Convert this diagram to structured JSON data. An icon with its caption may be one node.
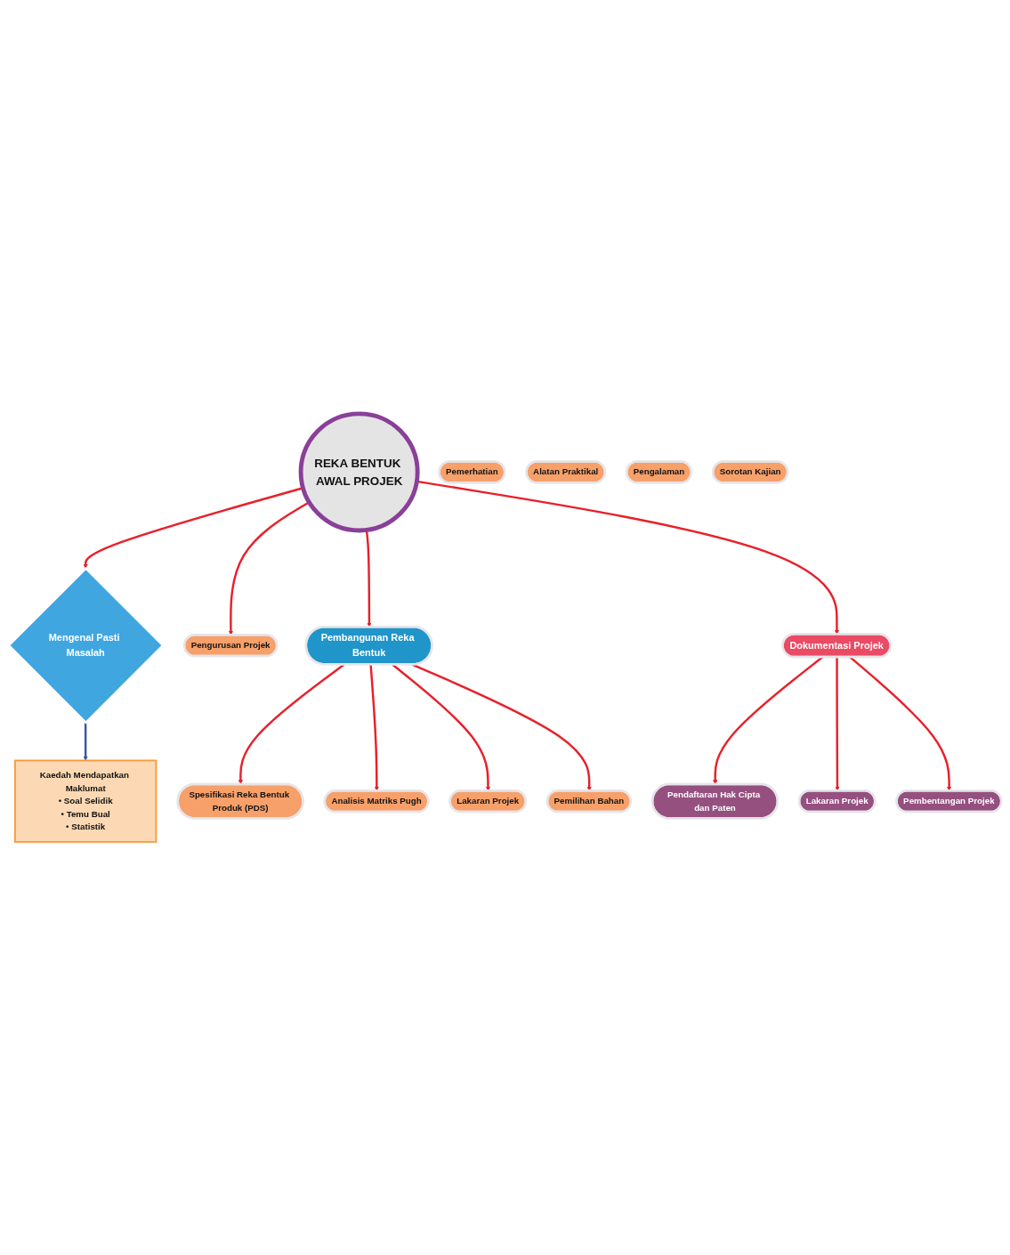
{
  "diagram": {
    "nodes": [
      {
        "text": [
          "REKA BENTUK AWAL PROJEK"
        ]
      },
      {
        "text": [
          "Mengenal Pasti Masalah"
        ]
      },
      {
        "text": [
          "Pemerhatian"
        ]
      },
      {
        "text": [
          "Alatan Praktikal"
        ]
      },
      {
        "text": [
          "Pengalaman"
        ]
      },
      {
        "text": [
          "Sorotan Kajian"
        ]
      },
      {
        "text": [
          "Kaedah Mendapatkan Maklumat",
          "• Soal Selidik",
          "• Temu Bual",
          "• Statistik"
        ]
      },
      {
        "text": [
          "Pengurusan Projek"
        ]
      },
      {
        "text": [
          "Pembangunan Reka Bentuk"
        ]
      },
      {
        "text": [
          "Spesifikasi Reka Bentuk Produk (PDS)"
        ]
      },
      {
        "text": [
          "Analisis Matriks Pugh"
        ]
      },
      {
        "text": [
          "Lakaran Projek"
        ]
      },
      {
        "text": [
          "Pemilihan Bahan"
        ]
      },
      {
        "text": [
          "Dokumentasi Projek"
        ]
      },
      {
        "text": [
          "Pendaftaran Hak Cipta dan Paten"
        ]
      },
      {
        "text": [
          "Lakaran Projek"
        ]
      },
      {
        "text": [
          "Pembentangan Projek"
        ]
      }
    ],
    "edges": [
      {
        "from": 0,
        "to": 1,
        "arrow": "to"
      },
      {
        "from": 1,
        "to": 6,
        "arrow": "to",
        "color": "#3a55a4"
      },
      {
        "from": 0,
        "to": 7,
        "arrow": "to"
      },
      {
        "from": 0,
        "to": 8,
        "arrow": "to"
      },
      {
        "from": 0,
        "to": 13,
        "arrow": "to"
      },
      {
        "from": 8,
        "to": 9,
        "arrow": "to"
      },
      {
        "from": 8,
        "to": 10,
        "arrow": "to"
      },
      {
        "from": 8,
        "to": 11,
        "arrow": "to"
      },
      {
        "from": 8,
        "to": 12,
        "arrow": "to"
      },
      {
        "from": 13,
        "to": 14,
        "arrow": "to"
      },
      {
        "from": 13,
        "to": 15,
        "arrow": "to"
      },
      {
        "from": 13,
        "to": 16,
        "arrow": "to"
      }
    ]
  }
}
